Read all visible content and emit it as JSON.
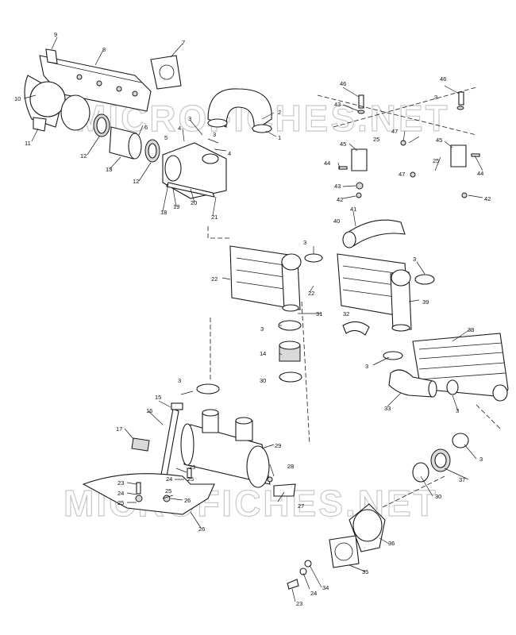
{
  "watermark": "MICROFICHES.NET",
  "callouts": [
    "1",
    "2",
    "3",
    "3",
    "3",
    "3",
    "3",
    "3",
    "3",
    "3",
    "3",
    "4",
    "4",
    "5",
    "6",
    "7",
    "8",
    "9",
    "10",
    "11",
    "12",
    "12",
    "13",
    "14",
    "15",
    "16",
    "17",
    "18",
    "19",
    "20",
    "21",
    "22",
    "22",
    "23",
    "23",
    "23",
    "24",
    "24",
    "24",
    "25",
    "25",
    "25",
    "25",
    "25",
    "26",
    "26",
    "27",
    "28",
    "29",
    "30",
    "30",
    "31",
    "32",
    "33",
    "34",
    "35",
    "36",
    "37",
    "38",
    "39",
    "40",
    "41",
    "42",
    "42",
    "43",
    "43",
    "44",
    "44",
    "45",
    "45",
    "46",
    "46",
    "47",
    "47"
  ]
}
